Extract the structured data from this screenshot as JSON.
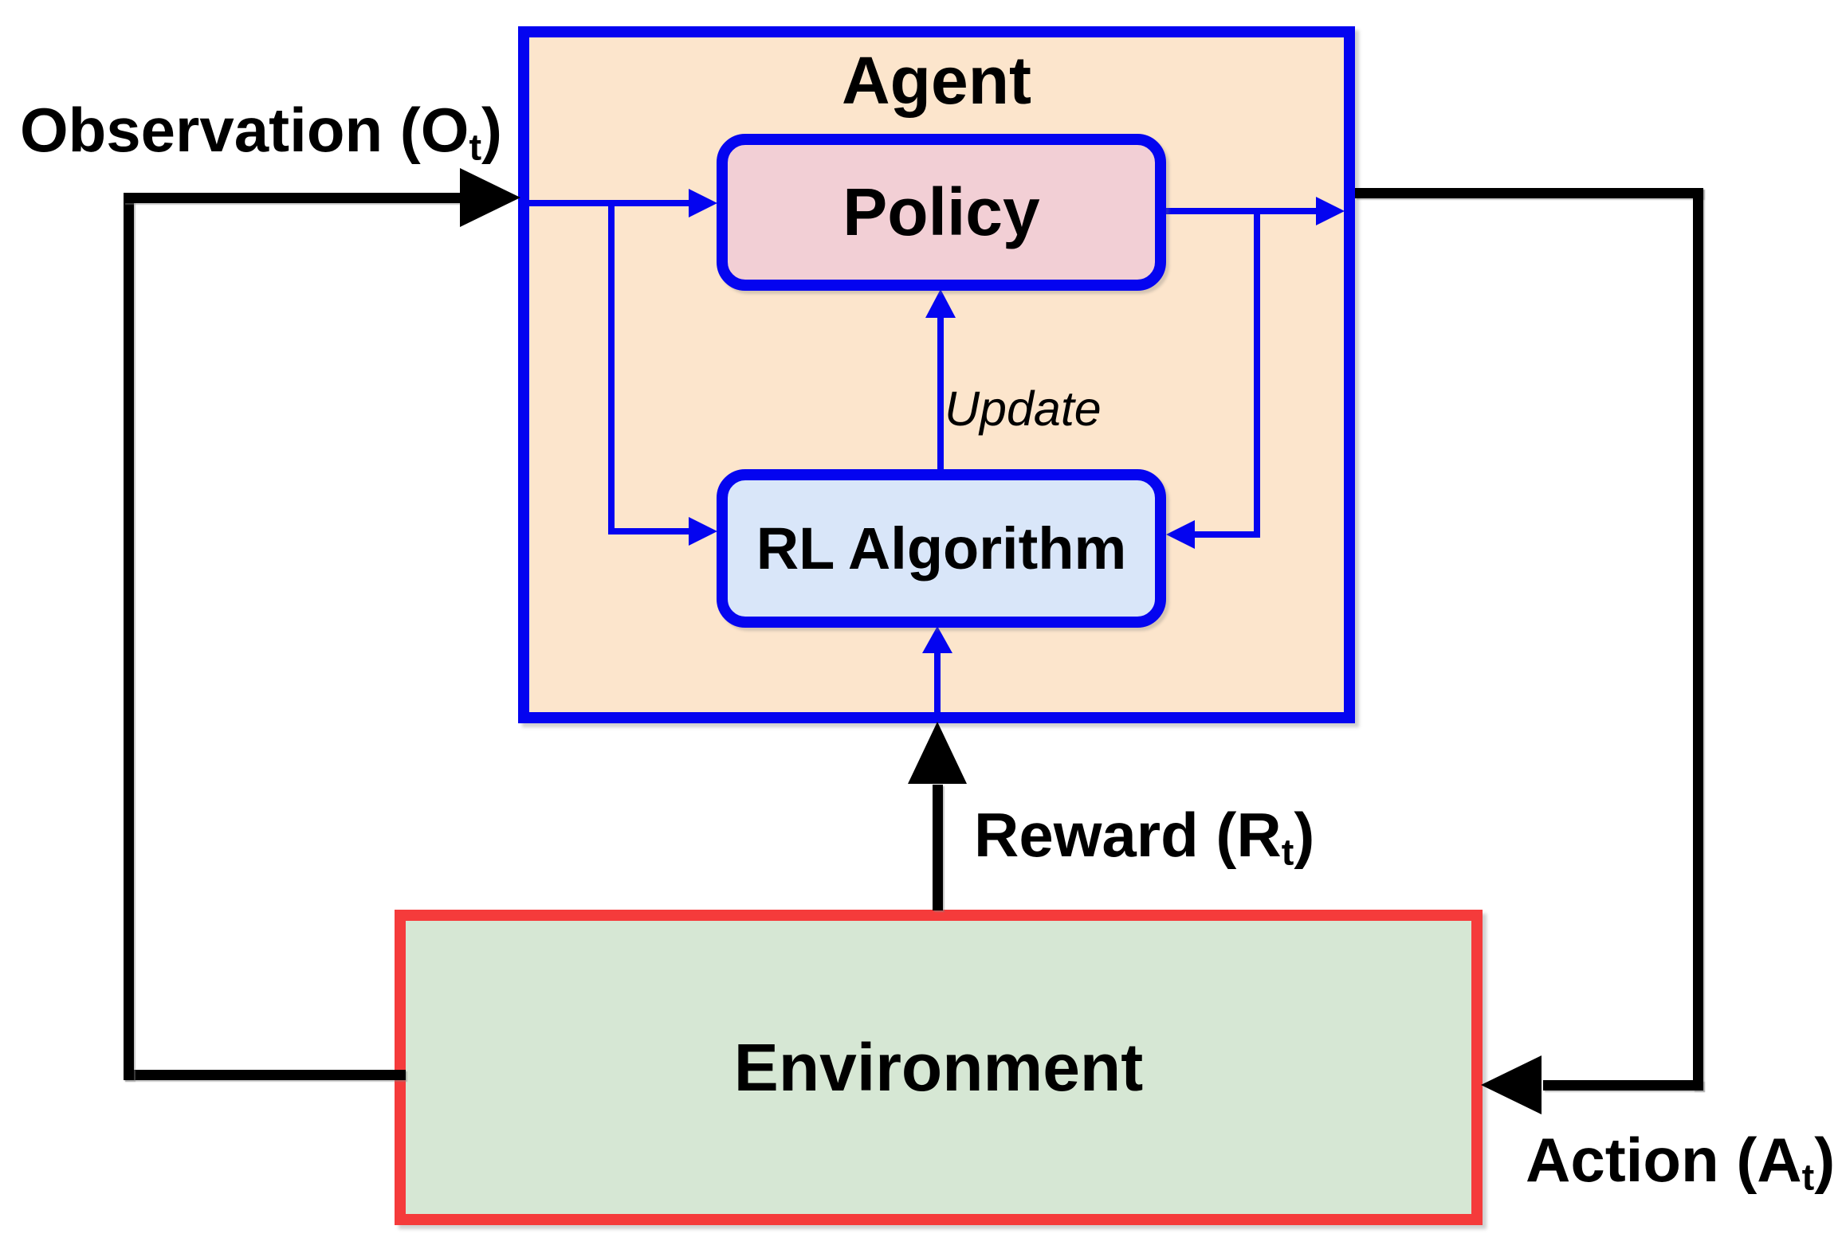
{
  "diagram": {
    "boxes": {
      "agent": {
        "label": "Agent"
      },
      "policy": {
        "label": "Policy"
      },
      "rl_algorithm": {
        "label": "RL Algorithm"
      },
      "environment": {
        "label": "Environment"
      }
    },
    "arrows": {
      "observation": {
        "prefix": "Observation (O",
        "sub": "t",
        "suffix": ")"
      },
      "reward": {
        "prefix": "Reward (R",
        "sub": "t",
        "suffix": ")"
      },
      "action": {
        "prefix": "Action (A",
        "sub": "t",
        "suffix": ")"
      },
      "update": {
        "label": "Update"
      }
    },
    "colors": {
      "agent_fill": "#FCE5CC",
      "agent_border": "#0404F0",
      "policy_fill": "#F2CFD5",
      "rl_fill": "#D9E6F9",
      "env_fill": "#D6E7D4",
      "env_border": "#F53B3B",
      "blue_line": "#0404F0",
      "black_line": "#000000",
      "text": "#000000",
      "background": "#FFFFFF"
    }
  }
}
